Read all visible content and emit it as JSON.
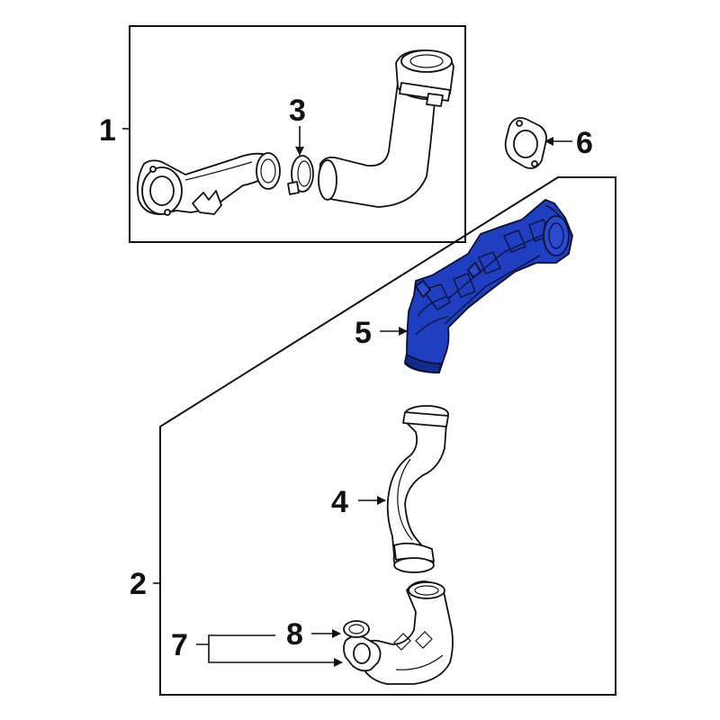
{
  "callouts": [
    {
      "id": "1",
      "label": "1"
    },
    {
      "id": "2",
      "label": "2"
    },
    {
      "id": "3",
      "label": "3"
    },
    {
      "id": "4",
      "label": "4"
    },
    {
      "id": "5",
      "label": "5"
    },
    {
      "id": "6",
      "label": "6"
    },
    {
      "id": "7",
      "label": "7"
    },
    {
      "id": "8",
      "label": "8"
    }
  ],
  "highlighted_part": "5",
  "colors": {
    "highlight_fill": "#1f3fc0",
    "highlight_dark": "#142a8c",
    "line": "#111111",
    "background": "#ffffff"
  }
}
